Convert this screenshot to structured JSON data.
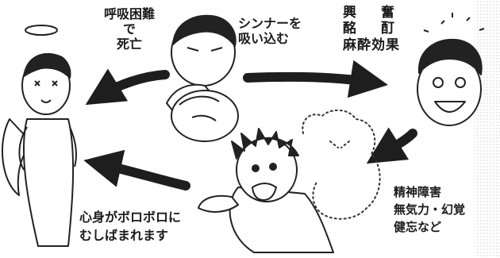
{
  "labels": {
    "death": [
      "呼吸困難",
      "で",
      "死亡"
    ],
    "inhale": [
      "シンナーを",
      "吸い込む"
    ],
    "excitement": {
      "row1": [
        "興",
        "奮"
      ],
      "row2": [
        "酩",
        "酊"
      ],
      "row3": "麻酔効果"
    },
    "mental": [
      "精神障害",
      "無気力・幻覚",
      "健忘など"
    ],
    "body": [
      "心身がボロボロに",
      "むしばまれます"
    ]
  },
  "colors": {
    "ink": "#1a1a1a",
    "paper": "#ffffff",
    "tone": "#d0d0d0"
  }
}
